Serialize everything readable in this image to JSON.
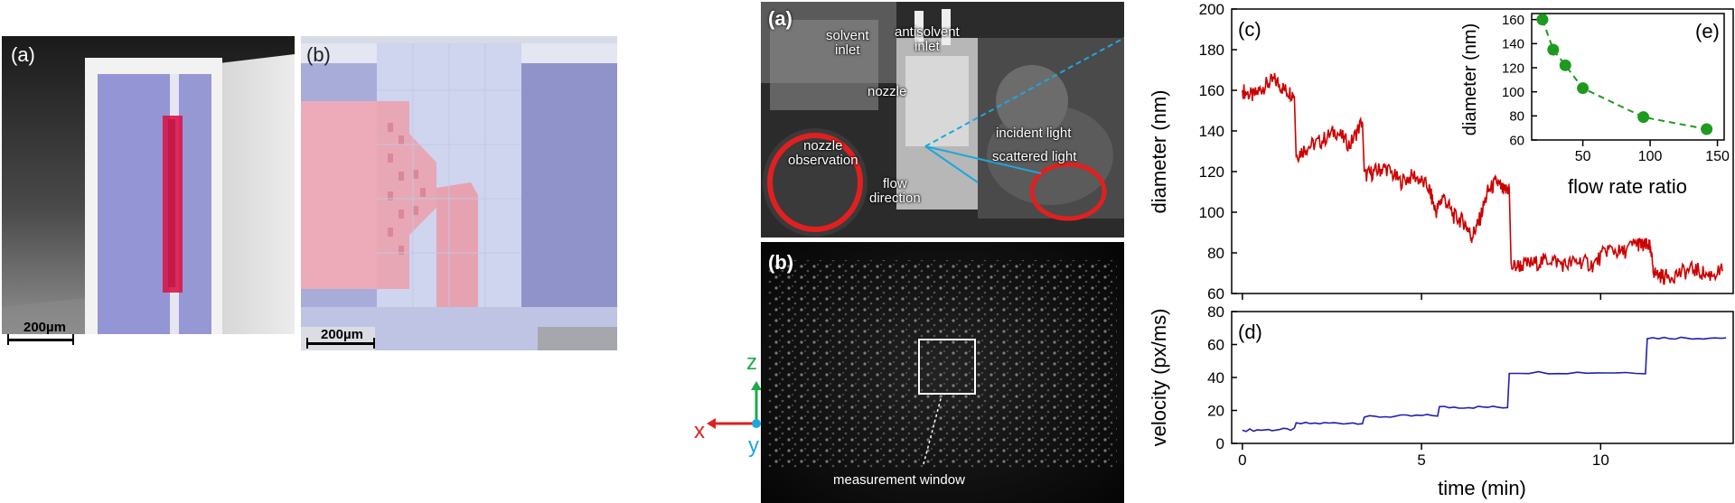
{
  "panel_sem": {
    "label": "(a)",
    "scale_label": "200µm"
  },
  "panel_chip": {
    "label": "(b)",
    "scale_label": "200µm",
    "axes": {
      "z": "z",
      "x": "x",
      "y": "y"
    },
    "colors": {
      "z": "#1fa84a",
      "x": "#e0201f",
      "y": "#1ea7dc"
    }
  },
  "panel_setup": {
    "label": "(a)",
    "annotations": {
      "solvent_inlet": "solvent\ninlet",
      "antisolvent_inlet": "antisolvent\ninlet",
      "nozzle": "nozzle",
      "nozzle_observation": "nozzle\nobservation",
      "flow_direction": "flow\ndirection",
      "incident_light": "incident light",
      "scattered_light": "scattered light"
    }
  },
  "panel_speckle": {
    "label": "(b)",
    "annotation": "measurement window"
  },
  "chart_data": [
    {
      "id": "c",
      "panel_label": "(c)",
      "type": "line",
      "ylabel": "diameter (nm)",
      "xlim": [
        -0.3,
        13.7
      ],
      "ylim": [
        60,
        200
      ],
      "yticks": [
        60,
        80,
        100,
        120,
        140,
        160,
        180,
        200
      ],
      "color": "#cc0000",
      "series": [
        {
          "x": [
            0,
            0.3,
            0.6,
            0.9,
            1.2,
            1.45,
            1.5,
            1.8,
            2.2,
            2.6,
            3.0,
            3.35,
            3.4,
            3.7,
            4.0,
            4.4,
            4.8,
            5.2,
            5.4,
            5.6,
            5.9,
            6.2,
            6.4,
            6.6,
            6.85,
            7.1,
            7.3,
            7.45,
            7.5,
            7.8,
            8.2,
            8.6,
            9.0,
            9.4,
            9.8,
            10.2,
            10.6,
            11.0,
            11.2,
            11.35,
            11.5,
            11.8,
            12.2,
            12.6,
            13.0,
            13.4
          ],
          "y": [
            160,
            157,
            162,
            165,
            160,
            158,
            128,
            132,
            135,
            140,
            133,
            145,
            118,
            120,
            122,
            115,
            118,
            112,
            100,
            108,
            98,
            95,
            88,
            95,
            110,
            115,
            110,
            112,
            73,
            74,
            75,
            77,
            74,
            76,
            74,
            82,
            80,
            85,
            83,
            84,
            70,
            68,
            70,
            72,
            69,
            71
          ]
        }
      ]
    },
    {
      "id": "d",
      "panel_label": "(d)",
      "type": "line",
      "xlabel": "time (min)",
      "ylabel": "velocity (px/ms)",
      "xlim": [
        -0.3,
        13.7
      ],
      "ylim": [
        0,
        80
      ],
      "xticks": [
        0,
        5,
        10
      ],
      "yticks": [
        0,
        20,
        40,
        60,
        80
      ],
      "color": "#1f1fb0",
      "series": [
        {
          "x": [
            0,
            1.45,
            1.5,
            3.35,
            3.4,
            5.45,
            5.5,
            7.4,
            7.45,
            11.25,
            11.3,
            13.5
          ],
          "y": [
            8,
            8.5,
            12,
            12.5,
            16,
            17,
            22,
            22,
            43,
            43,
            64,
            64
          ]
        }
      ]
    },
    {
      "id": "e",
      "panel_label": "(e)",
      "type": "scatter",
      "xlabel": "flow rate ratio",
      "ylabel": "diameter (nm)",
      "xlim": [
        12,
        155
      ],
      "ylim": [
        60,
        165
      ],
      "xticks": [
        50,
        100,
        150
      ],
      "yticks": [
        60,
        80,
        100,
        120,
        140,
        160
      ],
      "color": "#1e9a1e",
      "series": [
        {
          "x": [
            20,
            28,
            37,
            50,
            95,
            142
          ],
          "y": [
            160,
            135,
            122,
            103,
            79,
            69
          ]
        }
      ]
    }
  ]
}
